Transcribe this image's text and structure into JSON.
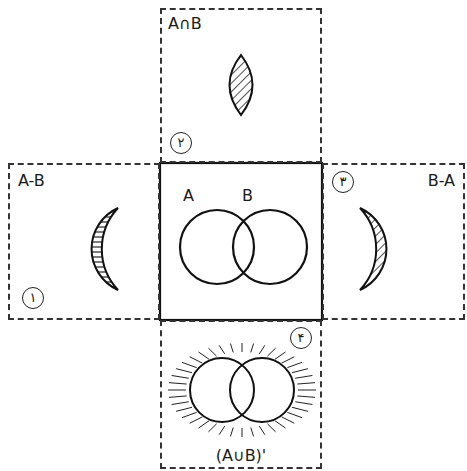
{
  "diagram": {
    "nodes": [
      {
        "text": [
          "A∩B",
          "۲"
        ]
      },
      {
        "text": [
          "A-B",
          "۱"
        ]
      },
      {
        "text": [
          "A"
        ]
      },
      {
        "text": [
          "B"
        ]
      },
      {
        "text": [
          "B-A",
          "۳"
        ]
      },
      {
        "text": [
          "(A∪B)'",
          "۴"
        ]
      }
    ]
  }
}
